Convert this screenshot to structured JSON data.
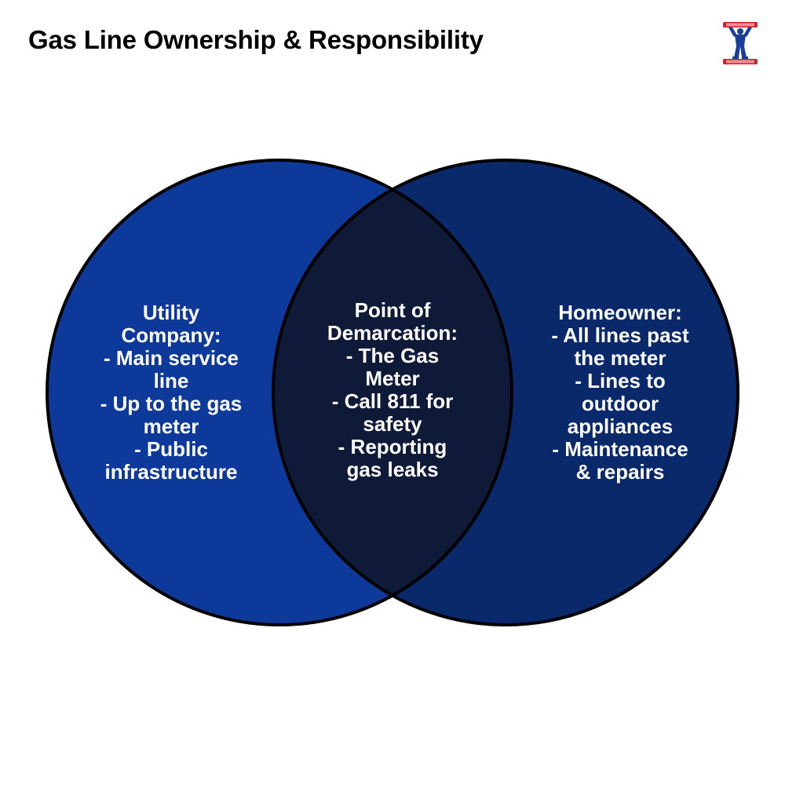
{
  "title": "Gas Line Ownership & Responsibility",
  "colors": {
    "left_circle": "#0d3a9a",
    "right_circle": "#0a296b",
    "overlap": "#0e1a38",
    "outline": "#000000",
    "text": "#ffffff"
  },
  "logo": {
    "icon": "strongman-mascot-icon"
  },
  "venn": {
    "left": {
      "lines": [
        "Utility",
        "Company:",
        "- Main service",
        "line",
        "- Up to the gas",
        "meter",
        "- Public",
        "infrastructure"
      ]
    },
    "center": {
      "lines": [
        "Point of",
        "Demarcation:",
        "- The Gas",
        "Meter",
        "- Call 811 for",
        "safety",
        "- Reporting",
        "gas leaks"
      ]
    },
    "right": {
      "lines": [
        "Homeowner:",
        "- All lines past",
        "the meter",
        "- Lines to",
        "outdoor",
        "appliances",
        "- Maintenance",
        "& repairs"
      ]
    }
  }
}
